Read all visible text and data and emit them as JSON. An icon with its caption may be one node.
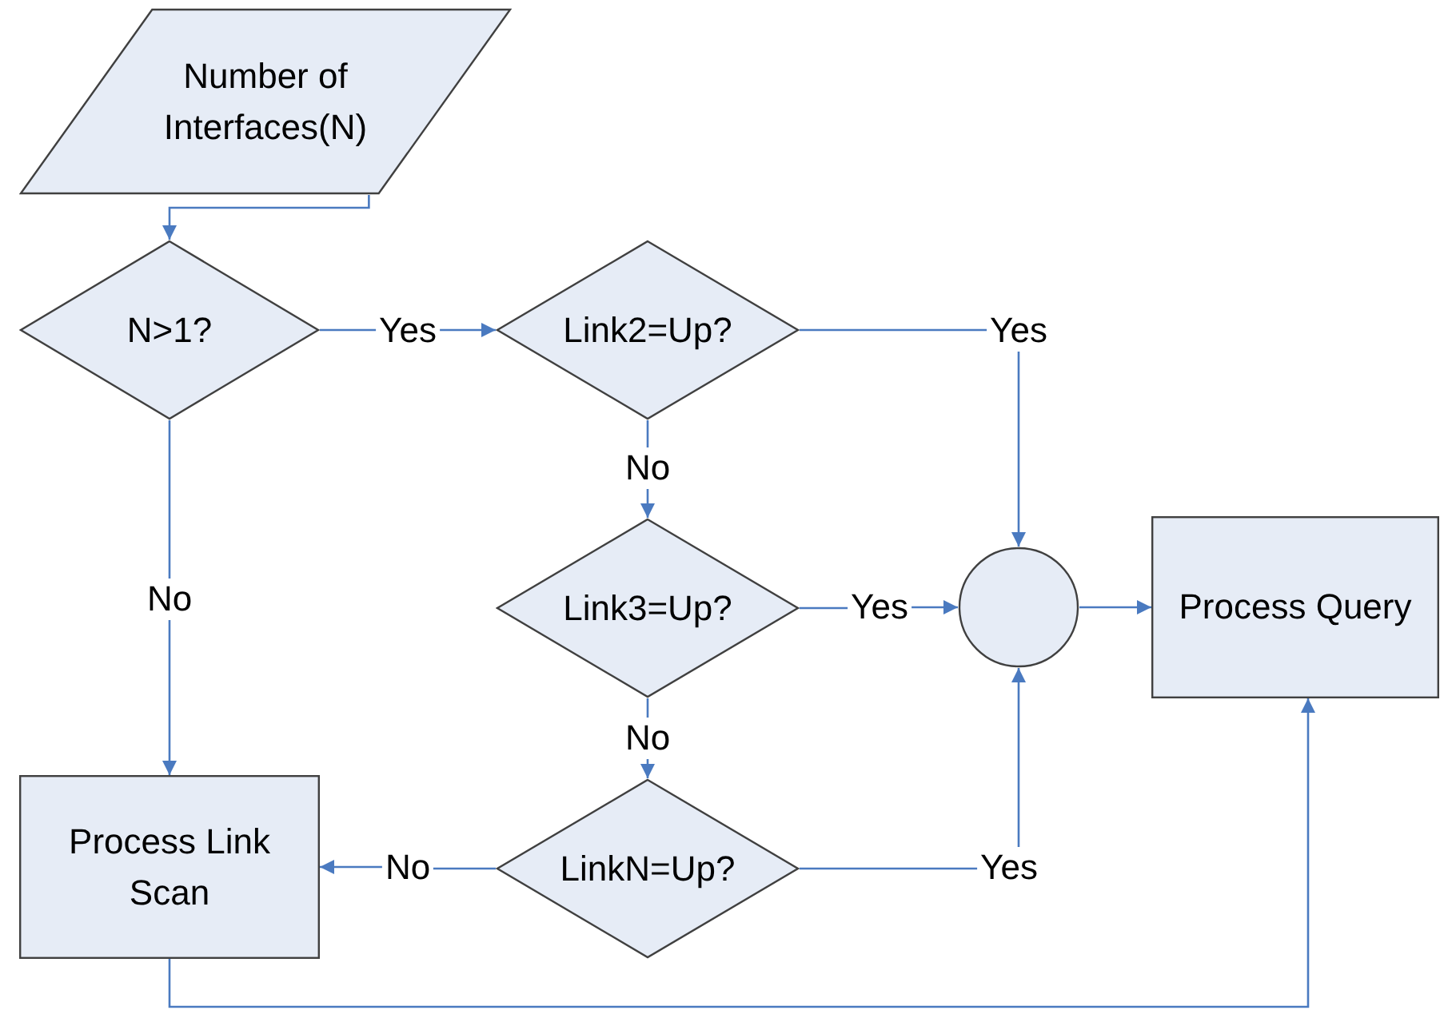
{
  "diagram": {
    "nodes": [
      {
        "text": [
          "Number of Interfaces(N)"
        ]
      },
      {
        "text": [
          "N>1?"
        ]
      },
      {
        "text": [
          "Link2=Up?"
        ]
      },
      {
        "text": [
          "Link3=Up?"
        ]
      },
      {
        "text": [
          "LinkN=Up?"
        ]
      },
      {
        "text": [],
        "shape": "circle"
      },
      {
        "text": [
          "Process Query"
        ]
      },
      {
        "text": [
          "Process Link Scan"
        ]
      }
    ],
    "edges": [
      {
        "from": 0,
        "to": 1,
        "arrow": "to"
      },
      {
        "from": 1,
        "to": 2,
        "arrow": "to",
        "label": "Yes"
      },
      {
        "from": 2,
        "to": 5,
        "arrow": "to",
        "label": "Yes"
      },
      {
        "from": 2,
        "to": 3,
        "arrow": "to",
        "label": "No"
      },
      {
        "from": 3,
        "to": 5,
        "arrow": "to",
        "label": "Yes"
      },
      {
        "from": 3,
        "to": 4,
        "arrow": "to",
        "label": "No"
      },
      {
        "from": 4,
        "to": 5,
        "arrow": "to",
        "label": "Yes"
      },
      {
        "from": 4,
        "to": 7,
        "arrow": "to",
        "label": "No"
      },
      {
        "from": 1,
        "to": 7,
        "arrow": "to",
        "label": "No"
      },
      {
        "from": 5,
        "to": 6,
        "arrow": "to"
      },
      {
        "from": 7,
        "to": 6,
        "arrow": "to"
      }
    ]
  }
}
